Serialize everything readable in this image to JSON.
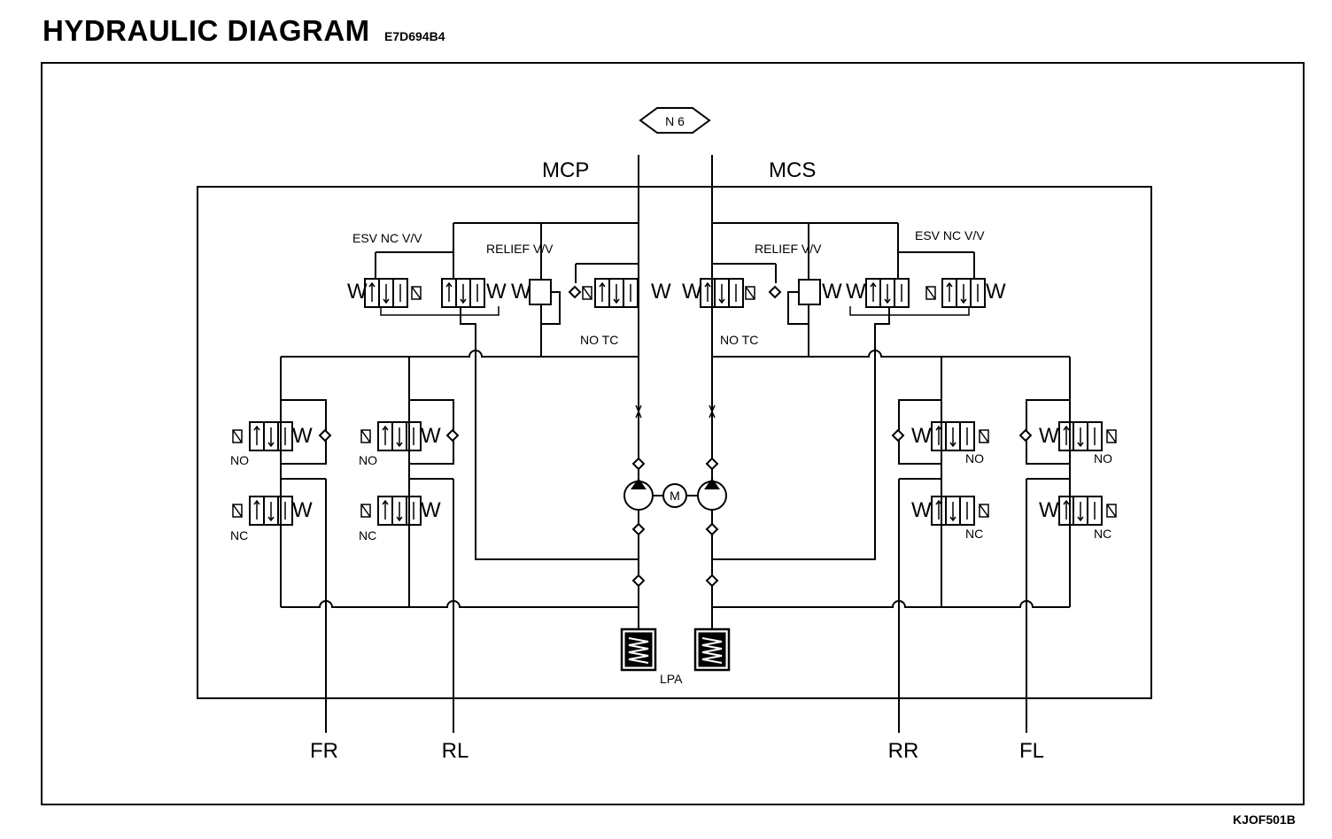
{
  "header": {
    "title": "HYDRAULIC DIAGRAM",
    "code": "E7D694B4"
  },
  "footer": {
    "figure_id": "KJOF501B"
  },
  "diagram": {
    "note_symbol": "N 6",
    "circuits": {
      "primary": "MCP",
      "secondary": "MCS"
    },
    "valves": {
      "esv_left": "ESV NC V/V",
      "esv_right": "ESV NC V/V",
      "relief_left": "RELIEF V/V",
      "relief_right": "RELIEF V/V",
      "tc_left": "NO TC",
      "tc_right": "NO TC",
      "no": "NO",
      "nc": "NC",
      "coil": "W"
    },
    "motor": "M",
    "accumulator": "LPA",
    "ports": {
      "fr": "FR",
      "rl": "RL",
      "rr": "RR",
      "fl": "FL"
    }
  }
}
